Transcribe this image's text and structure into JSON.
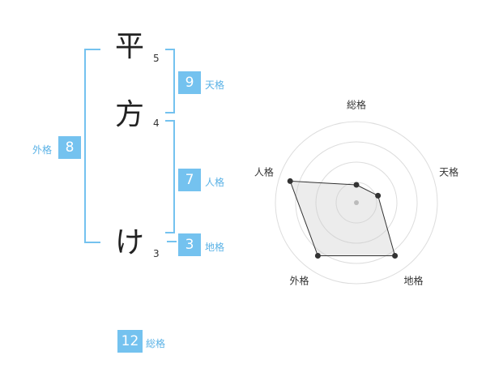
{
  "name": {
    "chars": [
      {
        "char": "平",
        "strokes": "5"
      },
      {
        "char": "方",
        "strokes": "4"
      },
      {
        "char": "け",
        "strokes": "3"
      }
    ]
  },
  "fortunes": {
    "tenkaku": {
      "value": "9",
      "label": "天格"
    },
    "jinkaku": {
      "value": "7",
      "label": "人格"
    },
    "chikaku": {
      "value": "3",
      "label": "地格"
    },
    "gaikaku": {
      "value": "8",
      "label": "外格"
    },
    "soukaku": {
      "value": "12",
      "label": "総格"
    }
  },
  "colors": {
    "accent": "#74c2ef",
    "label": "#5ab2e6"
  },
  "chart_data": {
    "type": "radar",
    "axes": [
      "総格",
      "天格",
      "地格",
      "外格",
      "人格"
    ],
    "values": [
      0.22,
      0.28,
      0.81,
      0.81,
      0.86
    ],
    "range": [
      0,
      1
    ],
    "rings": 4,
    "grid": true
  }
}
